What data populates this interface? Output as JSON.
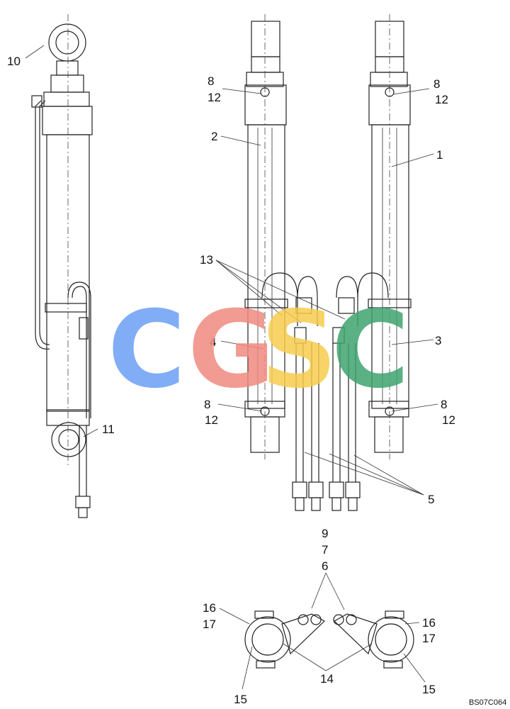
{
  "drawing_code": "BS07C064",
  "watermark": {
    "letters": [
      "C",
      "G",
      "S",
      "C"
    ],
    "colors": [
      "#6c9ff5",
      "#ef8a80",
      "#f6cc4e",
      "#3fa46f"
    ]
  },
  "callouts": {
    "c1": "1",
    "c2": "2",
    "c3": "3",
    "c4": "4",
    "c5": "5",
    "c6": "6",
    "c7": "7",
    "c9": "9",
    "c10": "10",
    "c11": "11",
    "c13": "13",
    "c14": "14",
    "c8_a": "8",
    "c12_a": "12",
    "c8_b": "8",
    "c12_b": "12",
    "c8_c": "8",
    "c12_c": "12",
    "c8_d": "8",
    "c12_d": "12",
    "c16_l": "16",
    "c17_l": "17",
    "c15_l": "15",
    "c16_r": "16",
    "c17_r": "17",
    "c15_r": "15"
  }
}
